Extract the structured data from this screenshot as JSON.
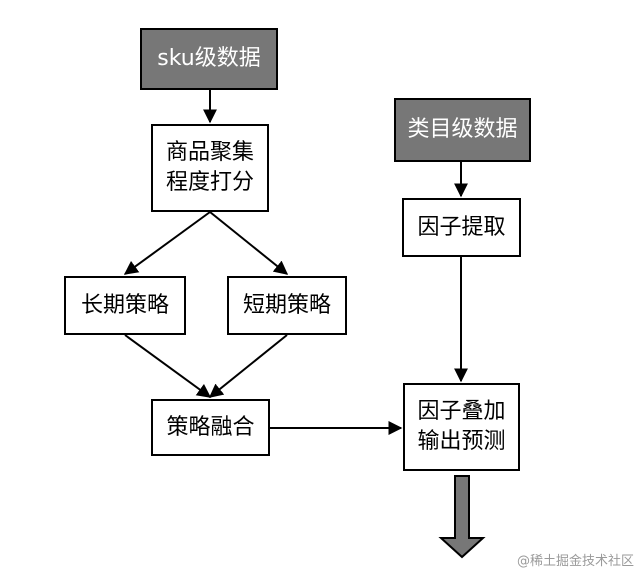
{
  "nodes": {
    "sku_data": "sku级数据",
    "product_cluster": "商品聚集\n程度打分",
    "long_term": "长期策略",
    "short_term": "短期策略",
    "strategy_fusion": "策略融合",
    "category_data": "类目级数据",
    "factor_extract": "因子提取",
    "factor_overlay": "因子叠加\n输出预测"
  },
  "colors": {
    "dark_box": "#777777",
    "line": "#000000"
  },
  "watermark": "@稀土掘金技术社区"
}
